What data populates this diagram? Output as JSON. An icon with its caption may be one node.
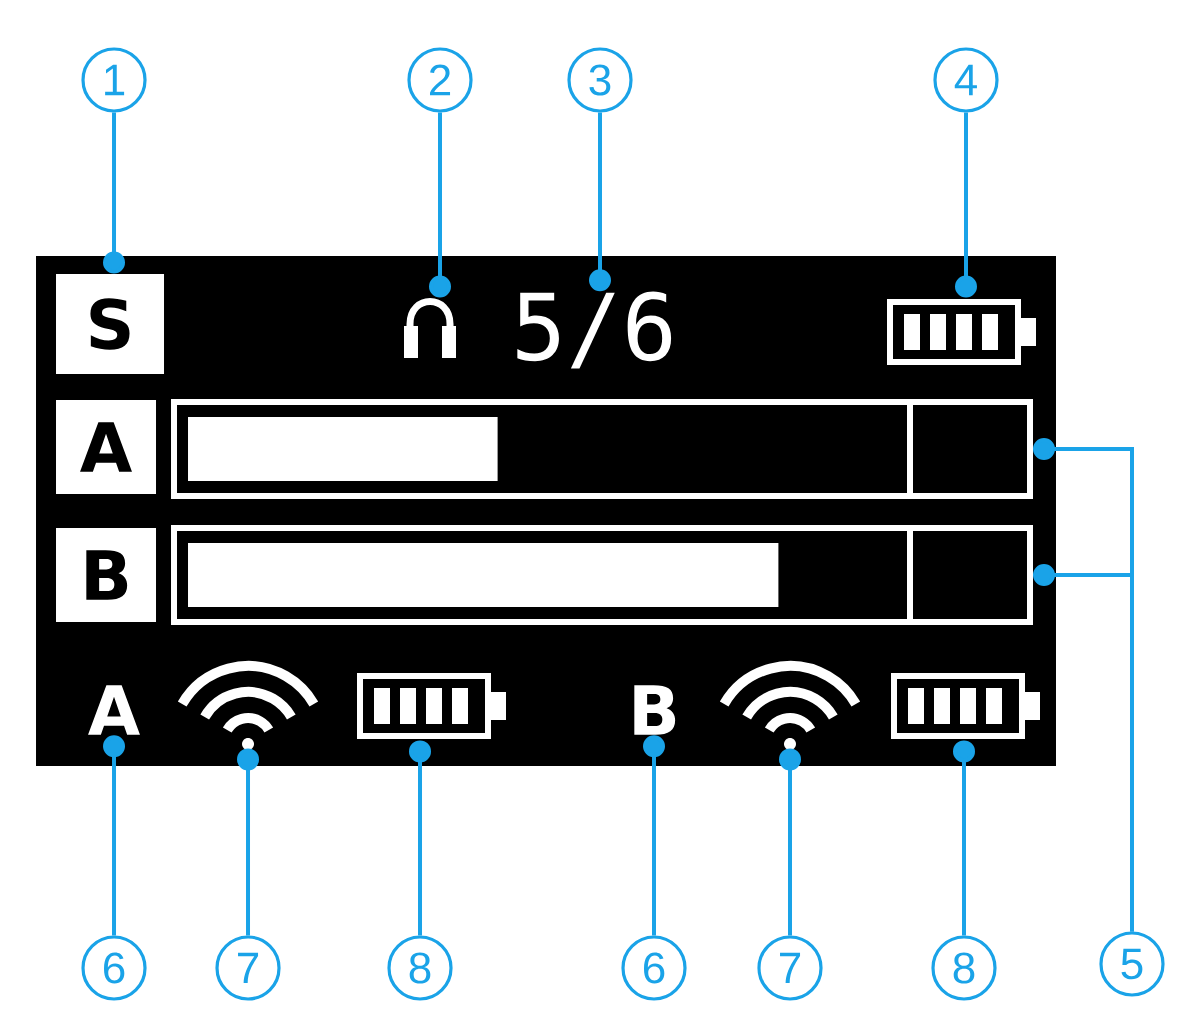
{
  "diagram": {
    "nodes": [
      {
        "text": [
          "1"
        ]
      },
      {
        "text": [
          "2"
        ]
      },
      {
        "text": [
          "3"
        ]
      },
      {
        "text": [
          "4"
        ]
      },
      {
        "text": [],
        "shape": "box"
      },
      {
        "text": [
          "S"
        ],
        "in": 4
      },
      {
        "text": [],
        "shape": "headphones",
        "in": 4
      },
      {
        "text": [
          "5/6"
        ],
        "in": 4
      },
      {
        "text": [],
        "shape": "battery",
        "in": 4
      },
      {
        "text": [
          "A"
        ],
        "in": 4
      },
      {
        "text": [],
        "shape": "bar",
        "in": 4
      },
      {
        "text": [
          "B"
        ],
        "in": 4
      },
      {
        "text": [],
        "shape": "bar",
        "in": 4
      },
      {
        "text": [
          "A"
        ],
        "in": 4
      },
      {
        "text": [],
        "shape": "wifi",
        "in": 4
      },
      {
        "text": [],
        "shape": "battery",
        "in": 4
      },
      {
        "text": [
          "B"
        ],
        "in": 4
      },
      {
        "text": [],
        "shape": "wifi",
        "in": 4
      },
      {
        "text": [],
        "shape": "battery",
        "in": 4
      },
      {
        "text": [
          "5"
        ]
      },
      {
        "text": [
          "6"
        ]
      },
      {
        "text": [
          "7"
        ]
      },
      {
        "text": [
          "8"
        ]
      },
      {
        "text": [
          "6"
        ]
      },
      {
        "text": [
          "7"
        ]
      },
      {
        "text": [
          "8"
        ]
      }
    ],
    "edges": [
      {
        "from": 0,
        "to": 5,
        "arrow": "other"
      },
      {
        "from": 1,
        "to": 6,
        "arrow": "other"
      },
      {
        "from": 2,
        "to": 7,
        "arrow": "other"
      },
      {
        "from": 3,
        "to": 8,
        "arrow": "other"
      },
      {
        "from": 19,
        "to": 10,
        "arrow": "other"
      },
      {
        "from": 19,
        "to": 12,
        "arrow": "other"
      },
      {
        "from": 20,
        "to": 13,
        "arrow": "other"
      },
      {
        "from": 21,
        "to": 14,
        "arrow": "other"
      },
      {
        "from": 22,
        "to": 15,
        "arrow": "other"
      },
      {
        "from": 23,
        "to": 16,
        "arrow": "other"
      },
      {
        "from": 24,
        "to": 17,
        "arrow": "other"
      },
      {
        "from": 25,
        "to": 18,
        "arrow": "other"
      }
    ]
  }
}
